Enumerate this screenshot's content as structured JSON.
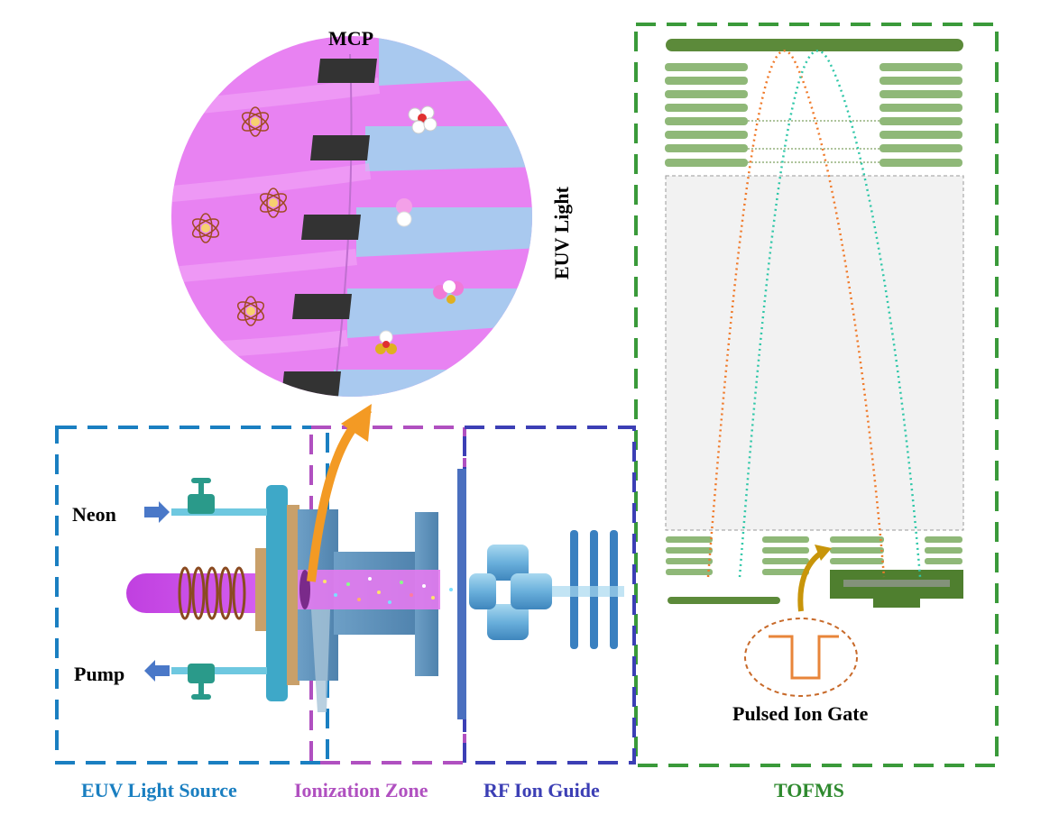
{
  "labels": {
    "mcp": "MCP",
    "euv_light": "EUV Light",
    "neon": "Neon",
    "pump": "Pump",
    "pulsed_ion_gate": "Pulsed Ion Gate"
  },
  "sections": {
    "euv_light_source": "EUV Light Source",
    "ionization_zone": "Ionization Zone",
    "rf_ion_guide": "RF Ion Guide",
    "tofms": "TOFMS"
  },
  "colors": {
    "euv_source": "#1a7fc1",
    "ionization": "#b050c0",
    "rf_guide": "#3c3fb5",
    "tofms": "#3a9a3a",
    "tofms_text": "#2f8a2f",
    "magenta": "#e47af0",
    "orange_arrow": "#f39a24",
    "gold_arrow": "#c8950a",
    "trajectory_orange": "#f07a2a",
    "trajectory_teal": "#2fc7a8",
    "plate_green": "#8fb878",
    "dark_green": "#5c8a3a",
    "gate_pulse": "#e8853a"
  },
  "icons": {
    "neon_arrow": "arrow-right-icon",
    "pump_arrow": "arrow-left-icon",
    "neon_valve": "valve-icon",
    "pump_valve": "valve-icon",
    "atom": "atom-icon",
    "molecule": "molecule-icon"
  }
}
